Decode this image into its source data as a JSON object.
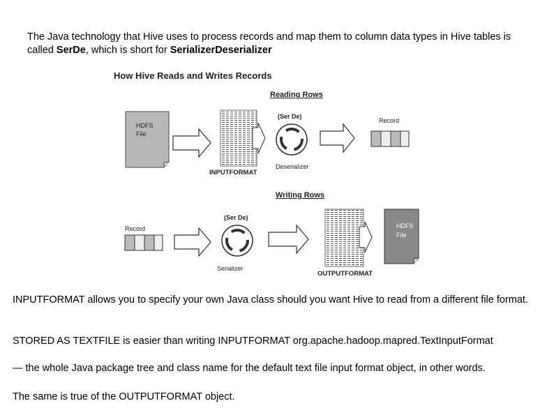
{
  "intro": {
    "part1": "The Java technology that Hive uses to process records and map them to column data types in Hive tables is called ",
    "serde": "SerDe",
    "part2": ", which is short for ",
    "full": "SerializerDeserializer"
  },
  "diagram": {
    "title": "How Hive Reads and Writes Records",
    "reading_heading": "Reading Rows",
    "writing_heading": "Writing Rows",
    "hdfs_line1": "HDFS",
    "hdfs_line2": "File",
    "serde_label": "(Ser De)",
    "record_label": "Record",
    "inputformat": "INPUTFORMAT",
    "outputformat": "OUTPUTFORMAT",
    "deserializer": "Deserializer",
    "serializer": "Serializer"
  },
  "body": {
    "p1": "INPUTFORMAT allows you to specify your own Java class should you want Hive to read from a different file format.",
    "p2": "STORED AS TEXTFILE is easier than writing INPUTFORMAT org.apache.hadoop.mapred.TextInputFormat",
    "p3": " — the whole Java package tree and class name for the default text file input format object, in other words.",
    "p4": "The same is true of the OUTPUTFORMAT object."
  }
}
